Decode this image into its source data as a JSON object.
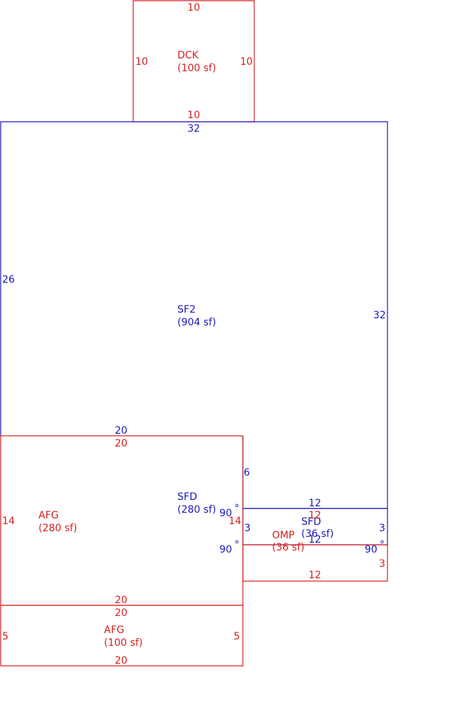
{
  "colors": {
    "red": "#d42020",
    "blue": "#1a1ab8"
  },
  "dck": {
    "name": "DCK",
    "area": "(100 sf)",
    "top": "10",
    "left": "10",
    "right": "10",
    "bottom": "10"
  },
  "sf2": {
    "name": "SF2",
    "area": "(904 sf)",
    "top": "32",
    "left": "26",
    "right": "32",
    "bottom": "20",
    "notch": "6"
  },
  "sfd_main": {
    "name": "SFD",
    "area": "(280 sf)"
  },
  "afg_main": {
    "name": "AFG",
    "area": "(280 sf)",
    "top": "20",
    "left": "14",
    "right": "14",
    "bottom": "20"
  },
  "afg_lower": {
    "name": "AFG",
    "area": "(100 sf)",
    "top": "20",
    "left": "5",
    "right": "5",
    "bottom": "20"
  },
  "sfd_small": {
    "name": "SFD",
    "area": "(36 sf)",
    "top": "12",
    "left": "3",
    "right": "3",
    "bottom": "12"
  },
  "omp": {
    "name": "OMP",
    "area": "(36 sf)",
    "top": "12",
    "right": "3",
    "bottom": "12"
  },
  "angles": {
    "a1": "90",
    "a2": "90",
    "a3": "90"
  }
}
